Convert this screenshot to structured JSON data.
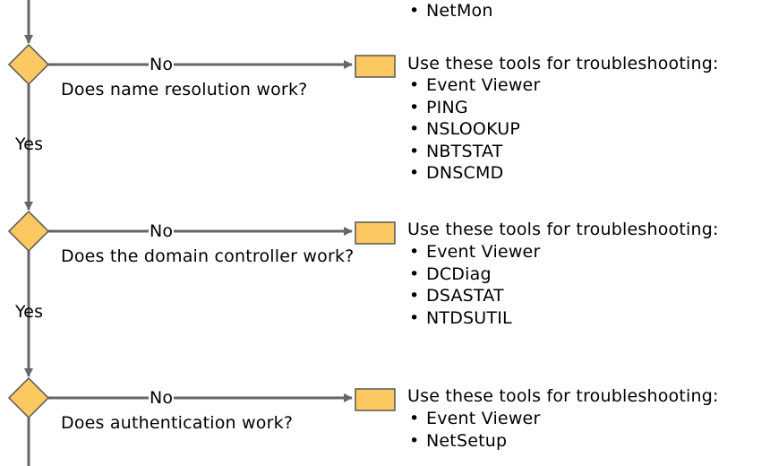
{
  "colors": {
    "diamond_fill": "#fcc862",
    "box_fill": "#fcc862",
    "shape_stroke": "#555555",
    "connector": "#666666"
  },
  "top_fragment": {
    "item": "NetMon"
  },
  "steps": [
    {
      "question": "Does name resolution work?",
      "no_label": "No",
      "yes_label": "Yes",
      "tools_heading": "Use these tools for troubleshooting:",
      "tools": [
        "Event Viewer",
        "PING",
        "NSLOOKUP",
        "NBTSTAT",
        "DNSCMD"
      ]
    },
    {
      "question": "Does the domain controller work?",
      "no_label": "No",
      "yes_label": "Yes",
      "tools_heading": "Use these tools for troubleshooting:",
      "tools": [
        "Event Viewer",
        "DCDiag",
        "DSASTAT",
        "NTDSUTIL"
      ]
    },
    {
      "question": "Does authentication work?",
      "no_label": "No",
      "tools_heading": "Use these tools for troubleshooting:",
      "tools": [
        "Event Viewer",
        "NetSetup"
      ]
    }
  ]
}
